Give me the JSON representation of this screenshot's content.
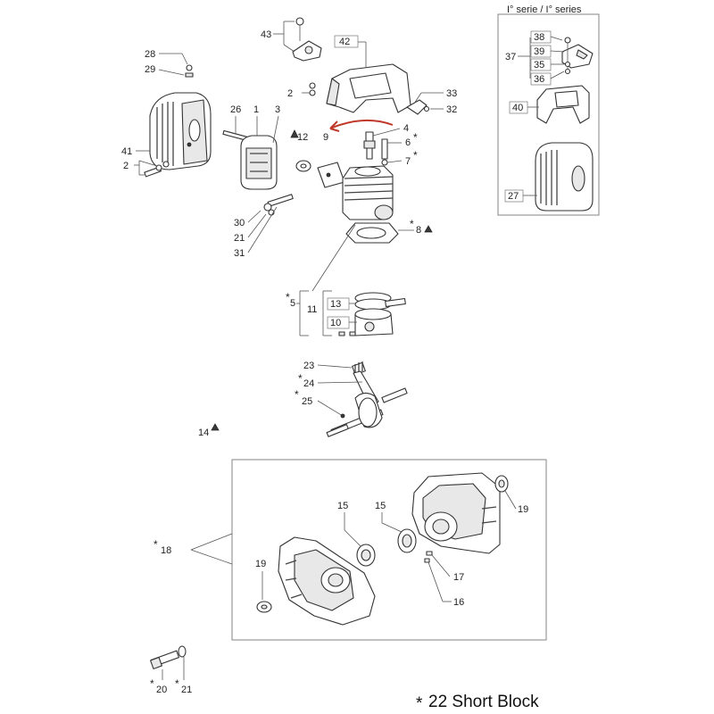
{
  "series_box": {
    "title": "I° serie / I° series"
  },
  "labels": {
    "l43": "43",
    "l42": "42",
    "l28": "28",
    "l29": "29",
    "l2a": "2",
    "l33": "33",
    "l32": "32",
    "l26": "26",
    "l1": "1",
    "l3": "3",
    "l12": "12",
    "l9": "9",
    "l4": "4",
    "l6": "6",
    "l7": "7",
    "l41": "41",
    "l2b": "2",
    "l8": "8",
    "l30": "30",
    "l21a": "21",
    "l31": "31",
    "l5": "5",
    "l11": "11",
    "l13": "13",
    "l10": "10",
    "l23": "23",
    "l24": "24",
    "l25": "25",
    "l14": "14",
    "l18": "18",
    "l15a": "15",
    "l15b": "15",
    "l19a": "19",
    "l19b": "19",
    "l17": "17",
    "l16": "16",
    "l20": "20",
    "l21b": "21",
    "l37": "37",
    "l38": "38",
    "l39": "39",
    "l35": "35",
    "l36": "36",
    "l40": "40",
    "l27": "27"
  },
  "caption": {
    "star": "*",
    "text": "22  Short Block"
  },
  "colors": {
    "annotation_arrow": "#c0392b",
    "line": "#555555"
  }
}
